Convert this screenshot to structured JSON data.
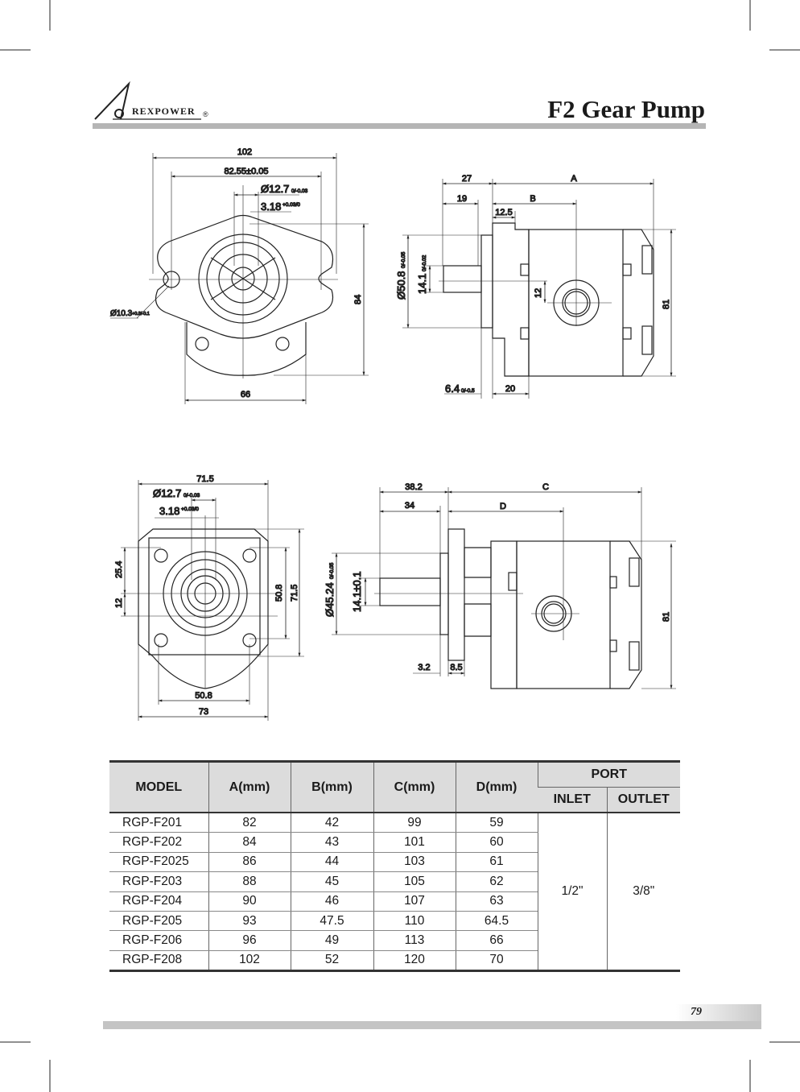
{
  "header": {
    "brand": "REXPOWER",
    "registered": "®",
    "title": "F2 Gear Pump"
  },
  "drawing_front_1": {
    "d102": "102",
    "d82": "82.55±0.05",
    "dshaft": "Ø12.7",
    "dshaft_tol": "0/-0.03",
    "dkey": "3.18",
    "dkey_tol": "+0.03/0",
    "dhole": "Ø10.3",
    "dhole_tol": "+0.3/-0.1",
    "d84": "84",
    "d66": "66"
  },
  "drawing_side_1": {
    "d27": "27",
    "dA": "A",
    "d19": "19",
    "dB": "B",
    "d12_5": "12.5",
    "dpilot": "Ø50.8",
    "dpilot_tol": "0/-0.05",
    "dshaft": "14.1",
    "dshaft_tol": "0/-0.02",
    "d12": "12",
    "d81": "81",
    "d6_4": "6.4",
    "d6_4_tol": "0/-0.5",
    "d20": "20"
  },
  "drawing_front_2": {
    "d71_5_top": "71.5",
    "dshaft": "Ø12.7",
    "dshaft_tol": "0/-0.03",
    "dkey": "3.18",
    "dkey_tol": "+0.03/0",
    "d25_4": "25.4",
    "d12": "12",
    "d50_8_v": "50.8",
    "d71_5_v": "71.5",
    "d50_8_h": "50.8",
    "d73": "73"
  },
  "drawing_side_2": {
    "d38_2": "38.2",
    "dC": "C",
    "d34": "34",
    "dD": "D",
    "dpilot": "Ø45.24",
    "dpilot_tol": "0/-0.05",
    "dshaft": "14.1±0.1",
    "d81": "81",
    "d3_2": "3.2",
    "d8_5": "8.5"
  },
  "table": {
    "headers": {
      "model": "MODEL",
      "a": "A(mm)",
      "b": "B(mm)",
      "c": "C(mm)",
      "d": "D(mm)",
      "port": "PORT",
      "inlet": "INLET",
      "outlet": "OUTLET"
    },
    "rows": [
      [
        "RGP-F201",
        "82",
        "42",
        "99",
        "59"
      ],
      [
        "RGP-F202",
        "84",
        "43",
        "101",
        "60"
      ],
      [
        "RGP-F2025",
        "86",
        "44",
        "103",
        "61"
      ],
      [
        "RGP-F203",
        "88",
        "45",
        "105",
        "62"
      ],
      [
        "RGP-F204",
        "90",
        "46",
        "107",
        "63"
      ],
      [
        "RGP-F205",
        "93",
        "47.5",
        "110",
        "64.5"
      ],
      [
        "RGP-F206",
        "96",
        "49",
        "113",
        "66"
      ],
      [
        "RGP-F208",
        "102",
        "52",
        "120",
        "70"
      ]
    ],
    "inlet": "1/2\"",
    "outlet": "3/8\""
  },
  "footer": {
    "page_number": "79"
  }
}
